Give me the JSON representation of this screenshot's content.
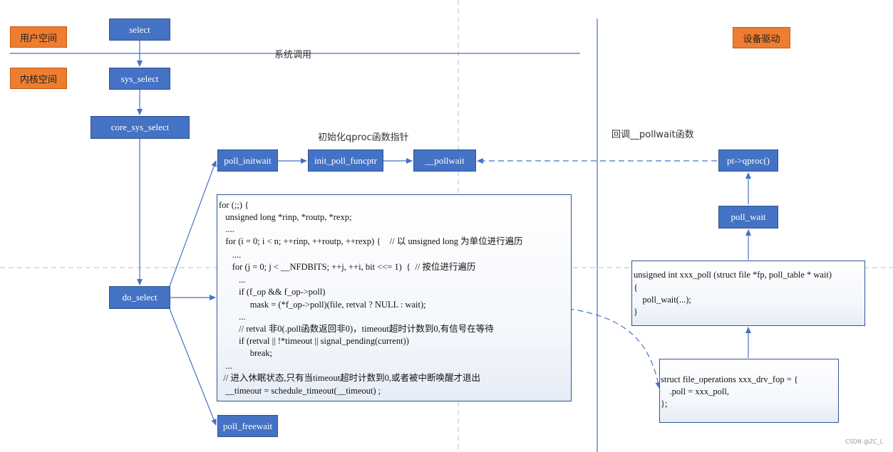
{
  "zones": {
    "user_space": "用户空间",
    "kernel_space": "内核空间",
    "device_driver": "设备驱动",
    "syscall": "系统调用"
  },
  "nodes": {
    "select": "select",
    "sys_select": "sys_select",
    "core_sys_select": "core_sys_select",
    "poll_initwait": "poll_initwait",
    "init_poll_funcptr": "init_poll_funcptr",
    "pollwait": "__pollwait",
    "do_select": "do_select",
    "poll_freewait": "poll_freewait",
    "pt_qproc": "pt->qproc()",
    "poll_wait": "poll_wait"
  },
  "labels": {
    "init_qproc": "初始化qproc函数指针",
    "callback_pollwait": "回调__pollwait函数"
  },
  "do_select_code": [
    "for (;;) {",
    "   unsigned long *rinp, *routp, *rexp;",
    "   ....",
    "   for (i = 0; i < n; ++rinp, ++routp, ++rexp) {    // 以 unsigned long 为单位进行遍历",
    "      ....",
    "      for (j = 0; j < __NFDBITS; ++j, ++i, bit <<= 1)  {  // 按位进行遍历",
    "         ...",
    "         if (f_op && f_op->poll)",
    "              mask = (*f_op->poll)(file, retval ? NULL : wait);",
    "         ...",
    "         // retval 非0(.poll函数返回非0)，timeout超时计数到0,有信号在等待",
    "         if (retval || !*timeout || signal_pending(current))",
    "              break;",
    "   ...",
    "  // 进入休眠状态,只有当timeout超时计数到0,或者被中断唤醒才退出",
    "   __timeout = schedule_timeout(__timeout) ;"
  ],
  "xxx_poll_code": [
    "unsigned int xxx_poll (struct file *fp, poll_table * wait)",
    "{",
    "    poll_wait(...);",
    "}"
  ],
  "fops_code": [
    "struct file_operations xxx_drv_fop = {",
    "    .poll = xxx_poll,",
    "};"
  ],
  "credit": "CSDN @ZC_L",
  "colors": {
    "node_fill": "#4472c4",
    "tag_fill": "#ed7d31",
    "line": "#4472c4"
  }
}
